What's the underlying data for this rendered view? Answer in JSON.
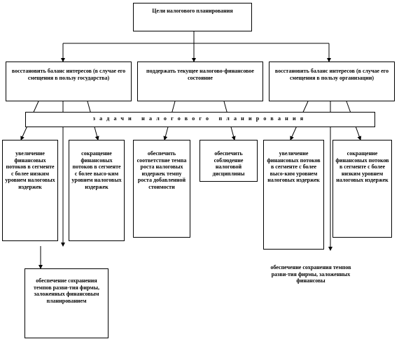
{
  "diagram": {
    "root": "Цели налогового планирования",
    "goals": [
      "восстановить баланс интересов (в случае его смещения в пользу государства)",
      "поддержать текущее налогово-финансовое состояние",
      "восстановить баланс интересов (в случае его смещения в пользу организации)"
    ],
    "tasks_label": "задачи налогового планирования",
    "tasks": [
      "увеличение финансовых потоков в сегменте с более низким уровнем налоговых издержек",
      "сокращение финансовых потоков в сегменте с более высо-ким уровнем налоговых издержек",
      "обеспечить соответствие темпа роста налоговых издержек темпу роста добавленной стоимости",
      "обеспечить соблюдение налоговой дисциплины",
      "увеличение финансовых потоков в сегменте с более высо-ким уровнем налоговых издержек",
      "сокращение финансовых потоков в сегменте с более низким уровнем налоговых издержек"
    ],
    "bottom_left": "обеспечение сохранения темпов разви-тия фирмы, заложенных финансовым планированием",
    "bottom_right": "обеспечение сохранения темпов разви-тия фирмы, заложенных финансовы"
  }
}
